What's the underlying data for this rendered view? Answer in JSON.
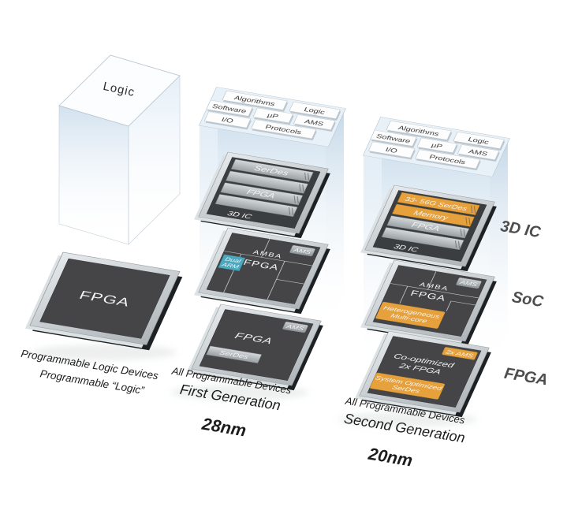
{
  "colors": {
    "orange": "#E6A13C",
    "teal": "#4AA9BF",
    "die": "#454548",
    "die_dark": "#3B3E40",
    "silver": "#C9CED2",
    "box_blue": "#D5E5F1",
    "label_gray": "#4D4D4D"
  },
  "logic_cube": {
    "label": "Logic"
  },
  "fpga_chip": {
    "label": "FPGA"
  },
  "left_caption": {
    "line1": "Programmable Logic Devices",
    "line2": "Programmable “Logic”"
  },
  "platform_tiles": {
    "algorithms": "Algorithms",
    "logic": "Logic",
    "software": "Software",
    "microprocessor": "µP",
    "ams": "AMS",
    "io": "I/O",
    "protocols": "Protocols"
  },
  "gen1": {
    "chip_3dic": {
      "bar1": "SerDes",
      "bar3": "FPGA",
      "name": "3D IC"
    },
    "chip_soc": {
      "ams": "AMS",
      "amba": "AMBA",
      "fpga": "FPGA",
      "arm_line1": "Dual",
      "arm_line2": "ARM"
    },
    "chip_fpga": {
      "ams": "AMS",
      "fpga": "FPGA",
      "serdes": "SerDes"
    },
    "caption": {
      "line1": "All Programmable Devices",
      "line2": "First Generation",
      "node": "28nm"
    }
  },
  "gen2": {
    "chip_3dic": {
      "bar1": "33- 56G SerDes",
      "bar2": "Memory",
      "bar3": "FPGA",
      "name": "3D IC"
    },
    "chip_soc": {
      "ams": "AMS",
      "amba": "AMBA",
      "fpga": "FPGA",
      "multicore_line1": "Heterogeneous",
      "multicore_line2": "Multi-core"
    },
    "chip_fpga": {
      "ams": "2x AMS",
      "fpga_line1": "Co-optimized",
      "fpga_line2": "2x FPGA",
      "serdes_line1": "System Optimized",
      "serdes_line2": "SerDes"
    },
    "caption": {
      "line1": "All Programmable Devices",
      "line2": "Second Generation",
      "node": "20nm"
    }
  },
  "side_labels": {
    "dic": "3D IC",
    "soc": "SoC",
    "fpga": "FPGA"
  }
}
